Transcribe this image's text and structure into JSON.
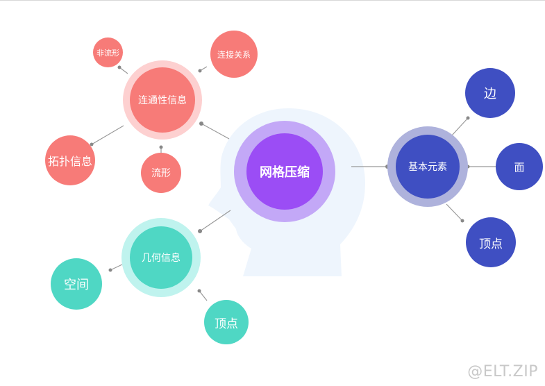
{
  "diagram": {
    "center": {
      "label": "网格压缩"
    },
    "connectivity": {
      "label": "连通性信息",
      "children": [
        "非流形",
        "连接关系",
        "拓扑信息",
        "流形"
      ]
    },
    "geometry": {
      "label": "几何信息",
      "children": [
        "空间",
        "顶点"
      ]
    },
    "elements": {
      "label": "基本元素",
      "children": [
        "边",
        "面",
        "顶点"
      ]
    }
  },
  "colors": {
    "center": "#9b4df5",
    "center_ring": "#c3a8f7",
    "head": "#eef5fd",
    "connectivity": "#f77b78",
    "connectivity_ring": "#fdd0d0",
    "geometry": "#4fd7c4",
    "geometry_ring": "#bff3ee",
    "elements": "#3f4fc2",
    "elements_ring": "#aeb2dc",
    "connector": "#999999"
  },
  "watermark": "@ELT.ZIP"
}
